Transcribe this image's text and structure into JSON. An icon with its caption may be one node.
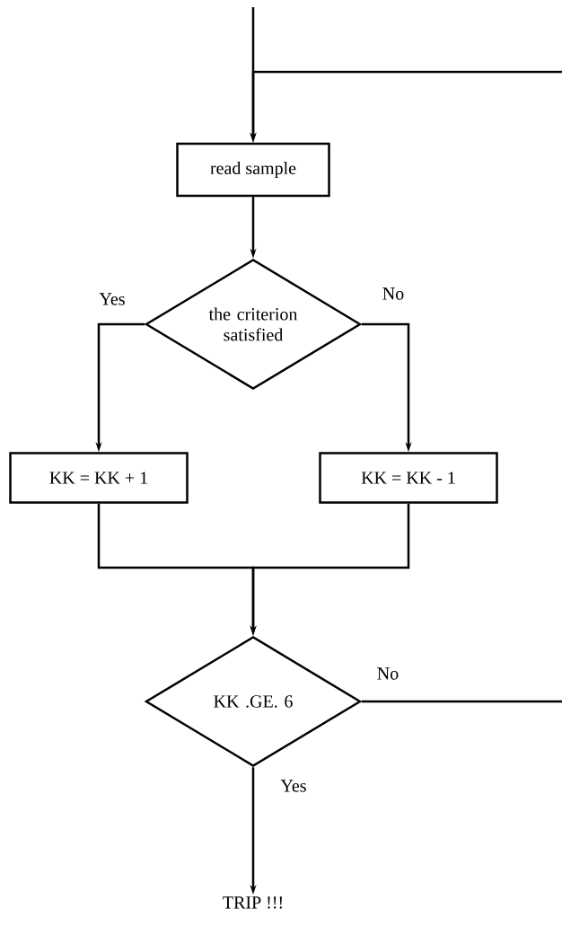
{
  "diagram": {
    "nodes": [
      {
        "text": [
          "read sample"
        ]
      },
      {
        "text": [
          "the criterion satisfied"
        ]
      },
      {
        "text": [
          "KK = KK + 1"
        ]
      },
      {
        "text": [
          "KK = KK - 1"
        ]
      },
      {
        "text": [
          "KK .GE. 6"
        ]
      },
      {
        "text": [
          "TRIP !!!"
        ]
      }
    ],
    "edges": [
      {
        "from": null,
        "to": 0,
        "arrow": "to"
      },
      {
        "from": null,
        "to": 0,
        "arrow": "to"
      },
      {
        "from": 0,
        "to": 1,
        "arrow": "to"
      },
      {
        "from": 1,
        "to": 2,
        "arrow": "to",
        "label": "Yes"
      },
      {
        "from": 1,
        "to": 3,
        "arrow": "to",
        "label": "No"
      },
      {
        "from": 2,
        "to": 4,
        "arrow": "to"
      },
      {
        "from": 3,
        "to": 4,
        "arrow": "to"
      },
      {
        "from": 4,
        "to": 5,
        "arrow": "to",
        "label": "Yes"
      },
      {
        "from": 4,
        "to": null,
        "arrow": "none",
        "label": "No"
      }
    ]
  }
}
